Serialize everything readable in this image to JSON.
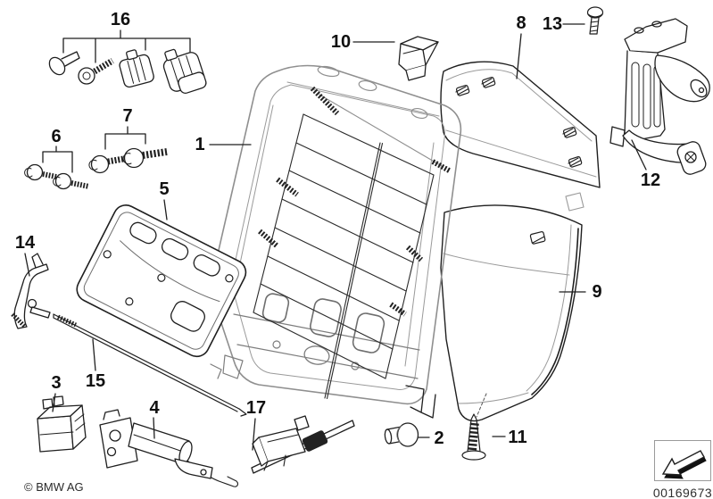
{
  "diagram": {
    "callouts": {
      "n1": "1",
      "n2": "2",
      "n3": "3",
      "n4": "4",
      "n5": "5",
      "n6": "6",
      "n7": "7",
      "n8": "8",
      "n9": "9",
      "n10": "10",
      "n11": "11",
      "n12": "12",
      "n13": "13",
      "n14": "14",
      "n15": "15",
      "n16": "16",
      "n17": "17"
    },
    "footer": {
      "copyright": "© BMW AG",
      "document_id": "00169673"
    },
    "colors": {
      "primary_line": "#1f1f1f",
      "secondary_line": "#9a9a9a",
      "background": "#ffffff",
      "label_text": "#101010"
    }
  }
}
